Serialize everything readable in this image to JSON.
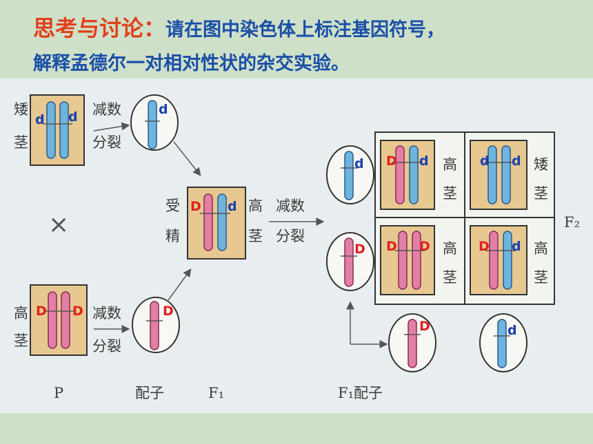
{
  "heading": {
    "lead": "思考与讨论：",
    "line1": "请在图中染色体上标注基因符号，",
    "line2": "解释孟德尔一对相对性状的杂交实验。"
  },
  "diagram": {
    "dwarf_stem": [
      "矮",
      "茎"
    ],
    "tall_stem": [
      "高",
      "茎"
    ],
    "meiosis": [
      "减数",
      "分裂"
    ],
    "fertilization": [
      "受",
      "精"
    ],
    "cross": "×",
    "f2_label": "F₂",
    "bottom_labels": {
      "p": "P",
      "gamete": "配子",
      "f1": "F₁",
      "f1_gamete": "F₁配子"
    },
    "gene_labels": {
      "parent_dwarf": [
        "d",
        "d"
      ],
      "parent_tall": [
        "D",
        "D"
      ],
      "gamete_dwarf": "d",
      "gamete_tall": "D",
      "f1": [
        "D",
        "d"
      ],
      "f1_gamete_1": "d",
      "f1_gamete_2": "D",
      "f1_gamete_3": "D",
      "f1_gamete_4": "d",
      "f2_top_left": [
        "D",
        "d"
      ],
      "f2_top_right": [
        "d",
        "d"
      ],
      "f2_bottom_left": [
        "D",
        "D"
      ],
      "f2_bottom_right": [
        "D",
        "d"
      ]
    },
    "colors": {
      "dominant_chromosome": "#e27fa6",
      "recessive_chromosome": "#6fb4de",
      "cell_box": "#e6c890",
      "dominant_label": "#e02020",
      "recessive_label": "#1a40b0"
    }
  }
}
